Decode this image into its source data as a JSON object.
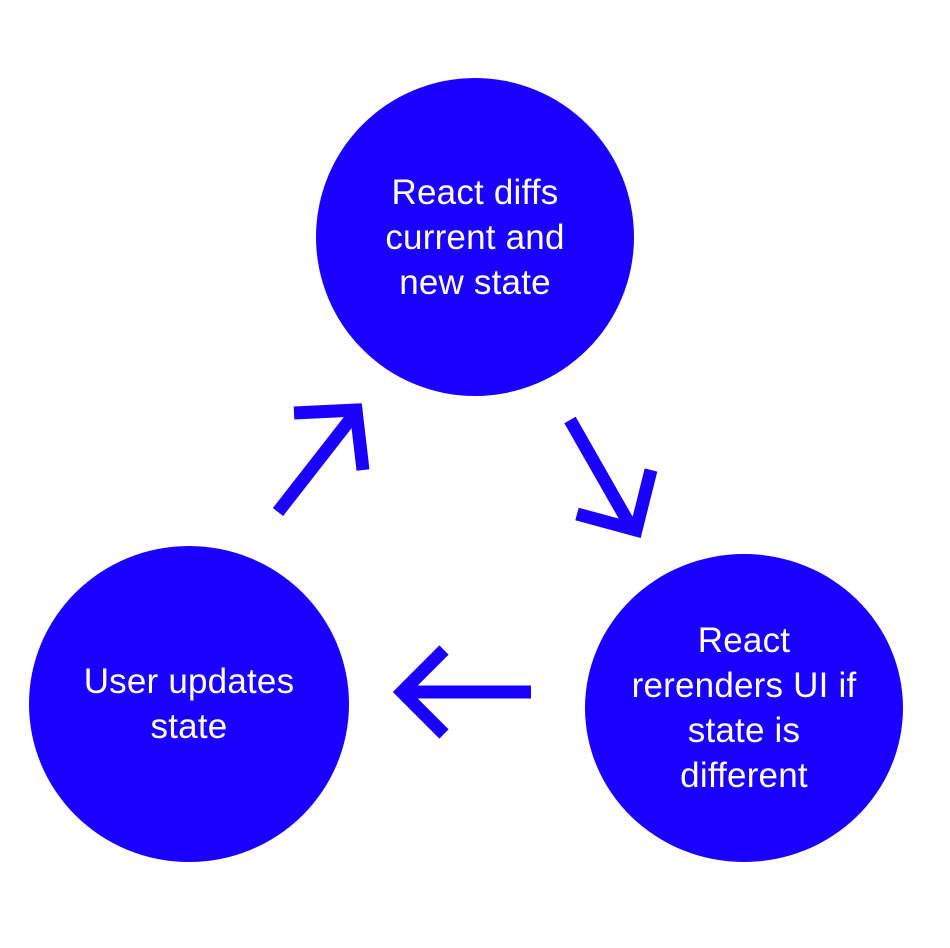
{
  "colors": {
    "node_fill": "#1900ff",
    "arrow_stroke": "#1900ff",
    "text": "#ffffff",
    "background": "#ffffff"
  },
  "nodes": {
    "top": {
      "label": "React diffs current and new state"
    },
    "right": {
      "label": "React rerenders UI if state is different"
    },
    "left": {
      "label": "User updates state"
    }
  },
  "arrows": [
    {
      "from": "left",
      "to": "top"
    },
    {
      "from": "top",
      "to": "right"
    },
    {
      "from": "right",
      "to": "left"
    }
  ]
}
